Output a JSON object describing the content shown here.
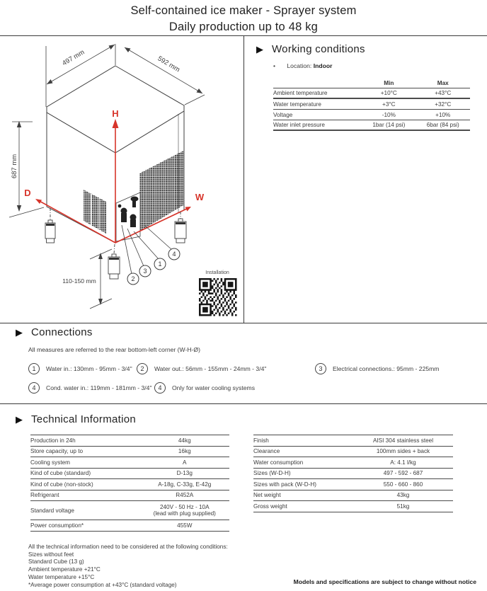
{
  "title": {
    "line1": "Self-contained ice maker - Sprayer system",
    "line2": "Daily production up to 48 kg"
  },
  "drawing": {
    "dim_width": "497 mm",
    "dim_depth": "592 mm",
    "dim_height": "687 mm",
    "dim_feet": "110-150 mm",
    "axis_h": "H",
    "axis_d": "D",
    "axis_w": "W",
    "marker_1": "1",
    "marker_2": "2",
    "marker_3": "3",
    "marker_4": "4",
    "qr_label": "Installation"
  },
  "working_conditions": {
    "heading": "Working conditions",
    "bullet": "•",
    "location_label": "Location:",
    "location_value": "Indoor",
    "col_min": "Min",
    "col_max": "Max",
    "rows": [
      {
        "label": "Ambient temperature",
        "min": "+10°C",
        "max": "+43°C"
      },
      {
        "label": "Water temperature",
        "min": "+3°C",
        "max": "+32°C"
      },
      {
        "label": "Voltage",
        "min": "-10%",
        "max": "+10%"
      },
      {
        "label": "Water inlet pressure",
        "min": "1bar (14 psi)",
        "max": "6bar (84 psi)"
      }
    ]
  },
  "connections": {
    "heading": "Connections",
    "note": "All measures are referred to the rear bottom-left corner (W-H-Ø)",
    "items": [
      {
        "num": "1",
        "text": "Water in.: 130mm - 95mm - 3/4\""
      },
      {
        "num": "2",
        "text": "Water out.: 56mm - 155mm - 24mm - 3/4\""
      },
      {
        "num": "3",
        "text": "Electrical connections.: 95mm - 225mm"
      },
      {
        "num": "4",
        "text": "Cond. water in.: 119mm - 181mm - 3/4\""
      },
      {
        "num": "4",
        "text": "Only for water cooling systems"
      }
    ]
  },
  "technical": {
    "heading": "Technical Information",
    "left_rows": [
      {
        "label": "Production in 24h",
        "value": "44kg"
      },
      {
        "label": "Store capacity, up to",
        "value": "16kg"
      },
      {
        "label": "Cooling system",
        "value": "A"
      },
      {
        "label": "Kind of cube (standard)",
        "value": "D-13g"
      },
      {
        "label": "Kind of cube (non-stock)",
        "value": "A-18g, C-33g, E-42g"
      },
      {
        "label": "Refrigerant",
        "value": "R452A"
      },
      {
        "label": "Standard voltage",
        "value": "240V - 50 Hz - 10A",
        "value2": "(lead with plug supplied)"
      },
      {
        "label": "Power consumption*",
        "value": "455W"
      }
    ],
    "right_rows": [
      {
        "label": "Finish",
        "value": "AISI 304 stainless steel"
      },
      {
        "label": "Clearance",
        "value": "100mm sides + back"
      },
      {
        "label": "Water consumption",
        "value": "A: 4.1 l/kg"
      },
      {
        "label": "Sizes (W-D-H)",
        "value": "497 - 592 - 687"
      },
      {
        "label": "Sizes with pack  (W-D-H)",
        "value": "550 - 660 - 860"
      },
      {
        "label": "Net weight",
        "value": "43kg"
      },
      {
        "label": "Gross weight",
        "value": "51kg"
      }
    ]
  },
  "footnotes": {
    "lines": [
      "All the technical information need to be considered at the following conditions:",
      "Sizes without feet",
      "Standard Cube (13 g)",
      "Ambient temperature +21°C",
      "Water temperature +15°C",
      "*Average power consumption at +43°C (standard voltage)"
    ]
  },
  "footer_note": "Models and specifications are subject to change without notice",
  "colors": {
    "accent_red": "#d7342a",
    "line_dark": "#3a3a3a"
  }
}
